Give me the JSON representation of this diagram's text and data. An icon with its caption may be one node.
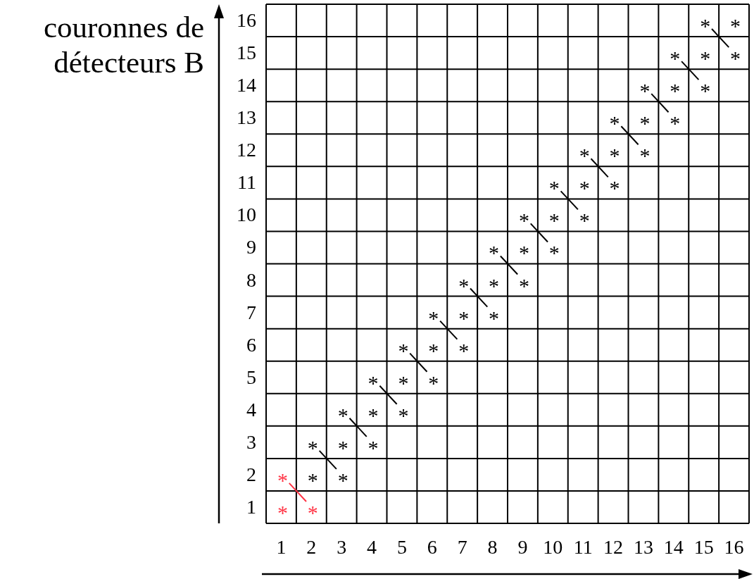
{
  "diagram": {
    "nodes": [
      {
        "text": [
          "*"
        ]
      },
      {
        "text": [
          "*"
        ]
      },
      {
        "text": [
          "*"
        ]
      },
      {
        "text": [
          "*"
        ]
      },
      {
        "text": [
          "*"
        ]
      },
      {
        "text": [
          "*"
        ]
      },
      {
        "text": [
          "*"
        ]
      },
      {
        "text": [
          "*"
        ]
      },
      {
        "text": [
          "*"
        ]
      },
      {
        "text": [
          "*"
        ]
      },
      {
        "text": [
          "*"
        ]
      },
      {
        "text": [
          "*"
        ]
      },
      {
        "text": [
          "*"
        ]
      },
      {
        "text": [
          "*"
        ]
      },
      {
        "text": [
          "*"
        ]
      },
      {
        "text": [
          "*"
        ]
      },
      {
        "text": [
          "*"
        ]
      },
      {
        "text": [
          "*"
        ]
      },
      {
        "text": [
          "*"
        ]
      },
      {
        "text": [
          "*"
        ]
      },
      {
        "text": [
          "*"
        ]
      },
      {
        "text": [
          "*"
        ]
      },
      {
        "text": [
          "*"
        ]
      },
      {
        "text": [
          "*"
        ]
      },
      {
        "text": [
          "*"
        ]
      },
      {
        "text": [
          "*"
        ]
      },
      {
        "text": [
          "*"
        ]
      },
      {
        "text": [
          "*"
        ]
      },
      {
        "text": [
          "*"
        ]
      },
      {
        "text": [
          "*"
        ]
      },
      {
        "text": [
          "*"
        ]
      },
      {
        "text": [
          "*"
        ]
      },
      {
        "text": [
          "*"
        ]
      },
      {
        "text": [
          "*"
        ]
      },
      {
        "text": [
          "*"
        ]
      },
      {
        "text": [
          "*"
        ]
      },
      {
        "text": [
          "*"
        ]
      },
      {
        "text": [
          "*"
        ]
      },
      {
        "text": [
          "*"
        ]
      },
      {
        "text": [
          "*"
        ]
      },
      {
        "text": [
          "*"
        ]
      },
      {
        "text": [
          "*"
        ]
      },
      {
        "text": [
          "*"
        ]
      },
      {
        "text": [
          "*"
        ]
      },
      {
        "text": [
          "*"
        ]
      },
      {
        "text": [
          "*"
        ]
      }
    ],
    "edges": [
      {
        "from": 0,
        "to": 4,
        "arrow": "none"
      },
      {
        "from": 2,
        "to": 7,
        "arrow": "none"
      },
      {
        "from": 5,
        "to": 10,
        "arrow": "none"
      },
      {
        "from": 8,
        "to": 13,
        "arrow": "none"
      },
      {
        "from": 11,
        "to": 16,
        "arrow": "none"
      },
      {
        "from": 14,
        "to": 19,
        "arrow": "none"
      },
      {
        "from": 17,
        "to": 22,
        "arrow": "none"
      },
      {
        "from": 20,
        "to": 25,
        "arrow": "none"
      },
      {
        "from": 23,
        "to": 28,
        "arrow": "none"
      },
      {
        "from": 26,
        "to": 31,
        "arrow": "none"
      },
      {
        "from": 29,
        "to": 34,
        "arrow": "none"
      },
      {
        "from": 32,
        "to": 37,
        "arrow": "none"
      },
      {
        "from": 35,
        "to": 40,
        "arrow": "none"
      },
      {
        "from": 38,
        "to": 43,
        "arrow": "none"
      },
      {
        "from": 41,
        "to": 45,
        "arrow": "none",
        "color": "#ff3344"
      }
    ],
    "labels": [
      "couronnes de détecteurs B",
      "16",
      "15",
      "14",
      "13",
      "12",
      "11",
      "10",
      "9",
      "8",
      "7",
      "6",
      "5",
      "4",
      "3",
      "2",
      "1",
      "1",
      "2",
      "3",
      "4",
      "5",
      "6",
      "7",
      "8",
      "9",
      "10",
      "11",
      "12",
      "13",
      "14",
      "15",
      "16"
    ]
  }
}
